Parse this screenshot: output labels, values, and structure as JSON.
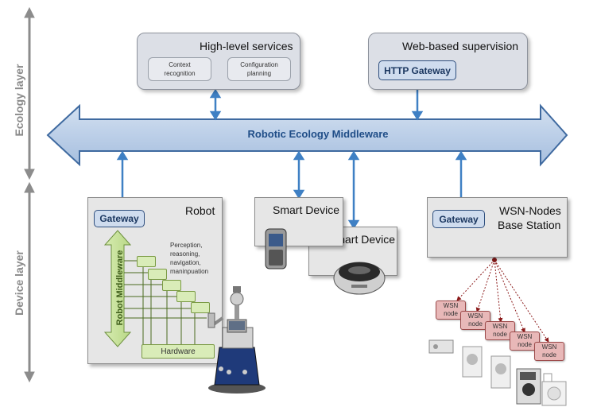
{
  "layers": {
    "ecology": "Ecology layer",
    "device": "Device layer"
  },
  "middleware": {
    "label": "Robotic Ecology Middleware"
  },
  "high_level": {
    "title": "High-level services",
    "items": [
      "Context recognition",
      "Configuration planning"
    ]
  },
  "web": {
    "title": "Web-based supervision",
    "gateway": "HTTP Gateway"
  },
  "robot": {
    "title": "Robot",
    "gateway": "Gateway",
    "middleware": "Robot Middleware",
    "notes": "Perception, reasoning, navigation, maninpuation",
    "hardware": "Hardware"
  },
  "smart_device_1": {
    "title": "Smart Device"
  },
  "smart_device_2": {
    "title": "Smart Device"
  },
  "wsn_station": {
    "title_line1": "WSN-Nodes",
    "title_line2": "Base Station",
    "gateway": "Gateway"
  },
  "wsn_nodes": [
    "WSN node",
    "WSN node",
    "WSN node",
    "WSN node",
    "WSN node"
  ],
  "colors": {
    "middleware_fill": "#bed0e8",
    "middleware_stroke": "#3f6aa0",
    "arrow": "#3f80c4",
    "robot_mw_green": "#c8e09a",
    "wsn_link": "#8b1a1a"
  }
}
